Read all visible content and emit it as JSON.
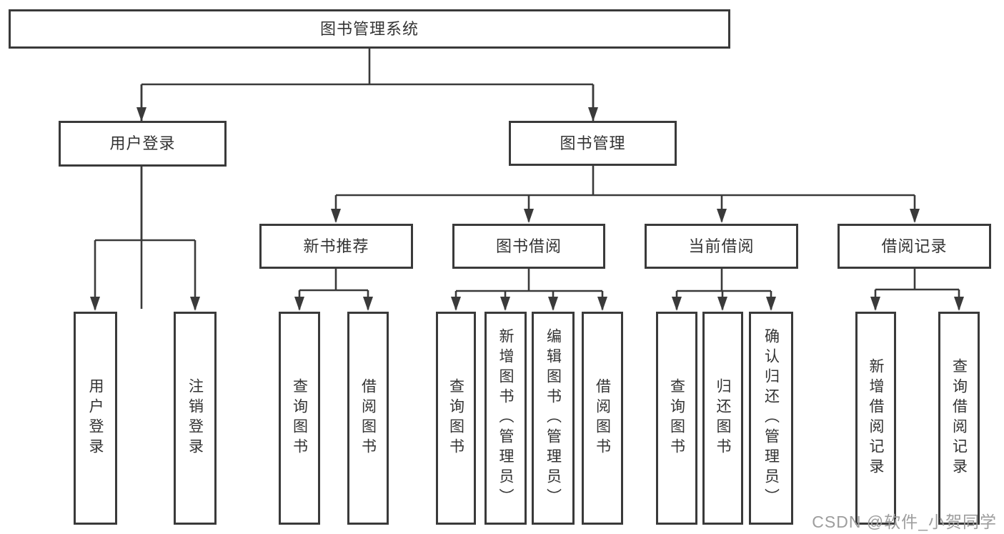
{
  "tree": {
    "label": "图书管理系统",
    "children": [
      {
        "label": "用户登录",
        "children": [
          {
            "label": "用户登录"
          },
          {
            "label": "注销登录"
          }
        ]
      },
      {
        "label": "图书管理",
        "children": [
          {
            "label": "新书推荐",
            "children": [
              {
                "label": "查询图书"
              },
              {
                "label": "借阅图书"
              }
            ]
          },
          {
            "label": "图书借阅",
            "children": [
              {
                "label": "查询图书"
              },
              {
                "label": "新增图书（管理员）"
              },
              {
                "label": "编辑图书（管理员）"
              },
              {
                "label": "借阅图书"
              }
            ]
          },
          {
            "label": "当前借阅",
            "children": [
              {
                "label": "查询图书"
              },
              {
                "label": "归还图书"
              },
              {
                "label": "确认归还（管理员）"
              }
            ]
          },
          {
            "label": "借阅记录",
            "children": [
              {
                "label": "新增借阅记录"
              },
              {
                "label": "查询借阅记录"
              }
            ]
          }
        ]
      }
    ]
  },
  "watermark": {
    "text": "CSDN @软件_小贺同学"
  },
  "colors": {
    "line": "#3a3a3a",
    "text": "#333333",
    "background": "#ffffff",
    "watermark": "#9d9d9d"
  }
}
